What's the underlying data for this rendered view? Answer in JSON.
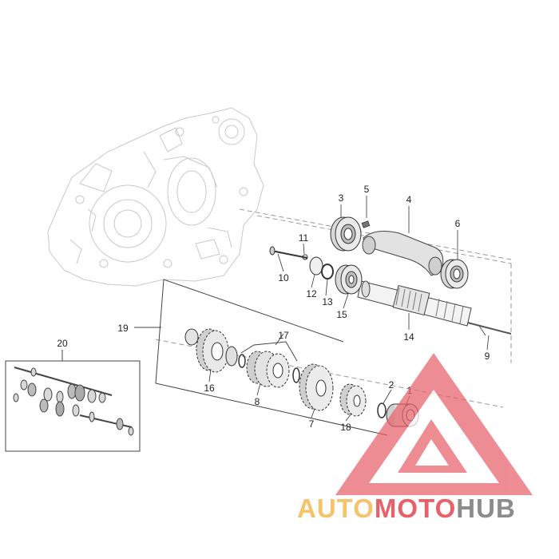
{
  "diagram": {
    "callouts": [
      {
        "id": "1",
        "text": "1"
      },
      {
        "id": "2",
        "text": "2"
      },
      {
        "id": "3",
        "text": "3"
      },
      {
        "id": "4",
        "text": "4"
      },
      {
        "id": "5",
        "text": "5"
      },
      {
        "id": "6",
        "text": "6"
      },
      {
        "id": "7",
        "text": "7"
      },
      {
        "id": "8",
        "text": "8"
      },
      {
        "id": "9",
        "text": "9"
      },
      {
        "id": "10",
        "text": "10"
      },
      {
        "id": "11",
        "text": "11"
      },
      {
        "id": "12",
        "text": "12"
      },
      {
        "id": "13",
        "text": "13"
      },
      {
        "id": "14",
        "text": "14"
      },
      {
        "id": "15",
        "text": "15"
      },
      {
        "id": "16",
        "text": "16"
      },
      {
        "id": "17",
        "text": "17"
      },
      {
        "id": "18",
        "text": "18"
      },
      {
        "id": "19",
        "text": "19"
      },
      {
        "id": "20",
        "text": "20"
      }
    ]
  },
  "watermark": {
    "text_part1": "AUTO",
    "text_part2": "MOTO",
    "text_part3": "HUB",
    "color_light": "#f6c36b",
    "color_red": "#e8616a",
    "color_grey": "#8c8c8c"
  }
}
